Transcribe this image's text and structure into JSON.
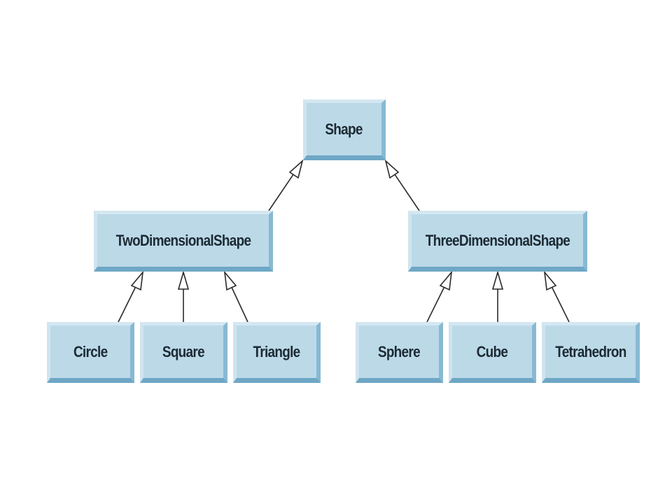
{
  "diagram": {
    "root": {
      "label": "Shape"
    },
    "level1": [
      {
        "label": "TwoDimensionalShape",
        "parent": "Shape"
      },
      {
        "label": "ThreeDimensionalShape",
        "parent": "Shape"
      }
    ],
    "level2": [
      {
        "label": "Circle",
        "parent": "TwoDimensionalShape"
      },
      {
        "label": "Square",
        "parent": "TwoDimensionalShape"
      },
      {
        "label": "Triangle",
        "parent": "TwoDimensionalShape"
      },
      {
        "label": "Sphere",
        "parent": "ThreeDimensionalShape"
      },
      {
        "label": "Cube",
        "parent": "ThreeDimensionalShape"
      },
      {
        "label": "Tetrahedron",
        "parent": "ThreeDimensionalShape"
      }
    ],
    "colors": {
      "box_face": "#bcd9e8",
      "box_shadow": "#6ea7c6",
      "text": "#1c2a33",
      "line": "#2a2a2a"
    }
  }
}
